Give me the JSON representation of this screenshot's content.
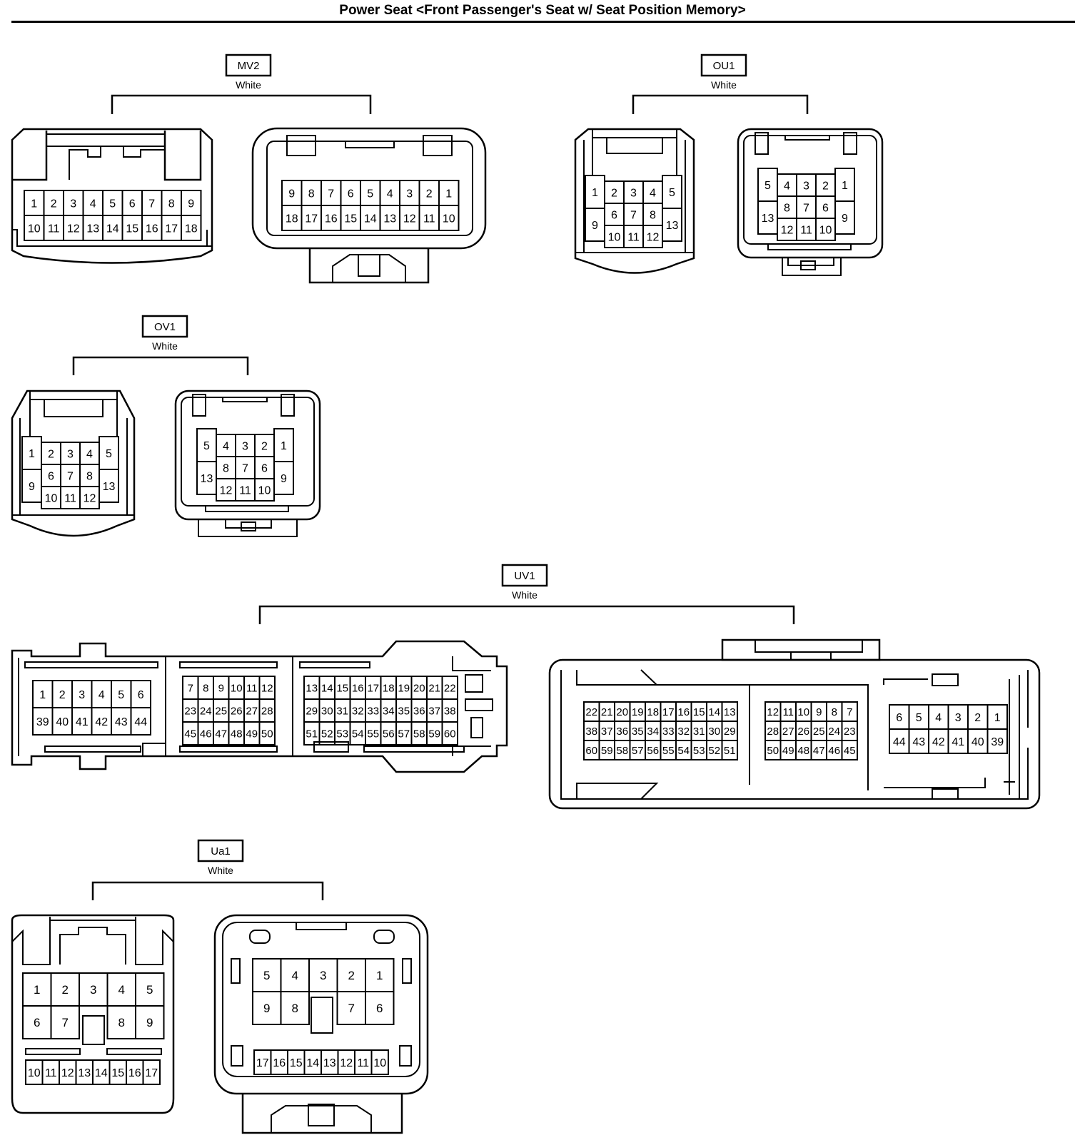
{
  "title": "Power Seat <Front Passenger's Seat w/ Seat Position Memory>",
  "connectors": {
    "MV2": {
      "code": "MV2",
      "color": "White",
      "male": {
        "rows": [
          [
            "1",
            "2",
            "3",
            "4",
            "5",
            "6",
            "7",
            "8",
            "9"
          ],
          [
            "10",
            "11",
            "12",
            "13",
            "14",
            "15",
            "16",
            "17",
            "18"
          ]
        ]
      },
      "female": {
        "rows": [
          [
            "9",
            "8",
            "7",
            "6",
            "5",
            "4",
            "3",
            "2",
            "1"
          ],
          [
            "18",
            "17",
            "16",
            "15",
            "14",
            "13",
            "12",
            "11",
            "10"
          ]
        ]
      }
    },
    "OU1": {
      "code": "OU1",
      "color": "White",
      "male": {
        "sides": [
          "1",
          "9",
          "5",
          "13"
        ],
        "rows": [
          [
            "2",
            "3",
            "4"
          ],
          [
            "6",
            "7",
            "8"
          ],
          [
            "10",
            "11",
            "12"
          ]
        ]
      },
      "female": {
        "sides": [
          "5",
          "13",
          "1",
          "9"
        ],
        "rows": [
          [
            "4",
            "3",
            "2"
          ],
          [
            "8",
            "7",
            "6"
          ],
          [
            "12",
            "11",
            "10"
          ]
        ]
      }
    },
    "OV1": {
      "code": "OV1",
      "color": "White",
      "male": {
        "sides": [
          "1",
          "9",
          "5",
          "13"
        ],
        "rows": [
          [
            "2",
            "3",
            "4"
          ],
          [
            "6",
            "7",
            "8"
          ],
          [
            "10",
            "11",
            "12"
          ]
        ]
      },
      "female": {
        "sides": [
          "5",
          "13",
          "1",
          "9"
        ],
        "rows": [
          [
            "4",
            "3",
            "2"
          ],
          [
            "8",
            "7",
            "6"
          ],
          [
            "12",
            "11",
            "10"
          ]
        ]
      }
    },
    "UV1": {
      "code": "UV1",
      "color": "White",
      "male": {
        "blocks": [
          [
            [
              "1",
              "2",
              "3",
              "4",
              "5",
              "6"
            ],
            [
              "39",
              "40",
              "41",
              "42",
              "43",
              "44"
            ]
          ],
          [
            [
              "7",
              "8",
              "9",
              "10",
              "11",
              "12"
            ],
            [
              "23",
              "24",
              "25",
              "26",
              "27",
              "28"
            ],
            [
              "45",
              "46",
              "47",
              "48",
              "49",
              "50"
            ]
          ],
          [
            [
              "13",
              "14",
              "15",
              "16",
              "17",
              "18",
              "19",
              "20",
              "21",
              "22"
            ],
            [
              "29",
              "30",
              "31",
              "32",
              "33",
              "34",
              "35",
              "36",
              "37",
              "38"
            ],
            [
              "51",
              "52",
              "53",
              "54",
              "55",
              "56",
              "57",
              "58",
              "59",
              "60"
            ]
          ]
        ]
      },
      "female": {
        "blocks": [
          [
            [
              "22",
              "21",
              "20",
              "19",
              "18",
              "17",
              "16",
              "15",
              "14",
              "13"
            ],
            [
              "38",
              "37",
              "36",
              "35",
              "34",
              "33",
              "32",
              "31",
              "30",
              "29"
            ],
            [
              "60",
              "59",
              "58",
              "57",
              "56",
              "55",
              "54",
              "53",
              "52",
              "51"
            ]
          ],
          [
            [
              "12",
              "11",
              "10",
              "9",
              "8",
              "7"
            ],
            [
              "28",
              "27",
              "26",
              "25",
              "24",
              "23"
            ],
            [
              "50",
              "49",
              "48",
              "47",
              "46",
              "45"
            ]
          ],
          [
            [
              "6",
              "5",
              "4",
              "3",
              "2",
              "1"
            ],
            [
              "44",
              "43",
              "42",
              "41",
              "40",
              "39"
            ]
          ]
        ]
      }
    },
    "Ua1": {
      "code": "Ua1",
      "color": "White",
      "male": {
        "rows": [
          [
            "1",
            "2",
            "3",
            "4",
            "5"
          ],
          [
            "6",
            "7",
            "",
            "8",
            "9"
          ],
          [
            "10",
            "11",
            "12",
            "13",
            "14",
            "15",
            "16",
            "17"
          ]
        ]
      },
      "female": {
        "rows": [
          [
            "5",
            "4",
            "3",
            "2",
            "1"
          ],
          [
            "9",
            "8",
            "",
            "7",
            "6"
          ],
          [
            "17",
            "16",
            "15",
            "14",
            "13",
            "12",
            "11",
            "10"
          ]
        ]
      }
    }
  }
}
